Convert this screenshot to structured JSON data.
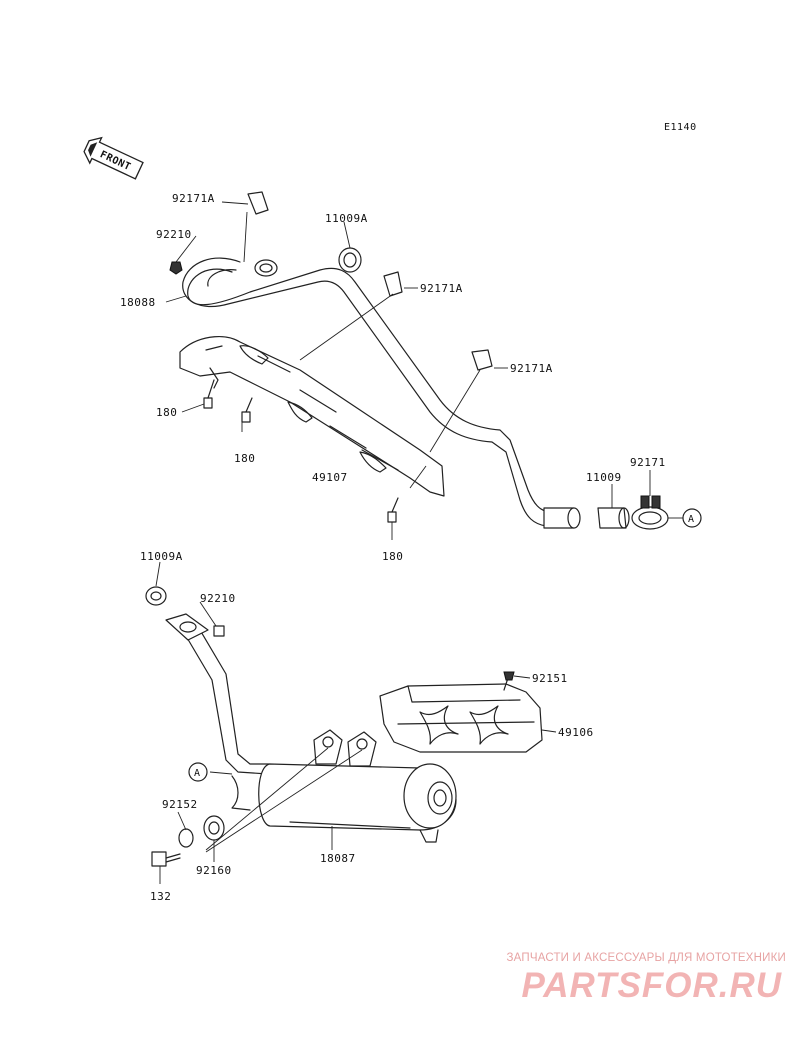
{
  "diagram_code": "E1140",
  "front_label": "FRONT",
  "callout": "A",
  "parts": {
    "p92171A_1": "92171A",
    "p92210_1": "92210",
    "p11009A_1": "11009A",
    "p18088": "18088",
    "p92171A_2": "92171A",
    "p92171A_3": "92171A",
    "p180_1": "180",
    "p180_2": "180",
    "p49107": "49107",
    "p180_3": "180",
    "p11009": "11009",
    "p92171": "92171",
    "p11009A_2": "11009A",
    "p92210_2": "92210",
    "p92151": "92151",
    "p49106": "49106",
    "p92152": "92152",
    "p92160": "92160",
    "p18087": "18087",
    "p132": "132"
  },
  "watermark": {
    "tagline": "ЗАПЧАСТИ И АКСЕССУАРЫ ДЛЯ МОТОТЕХНИКИ",
    "site": "PARTSFOR.RU"
  }
}
